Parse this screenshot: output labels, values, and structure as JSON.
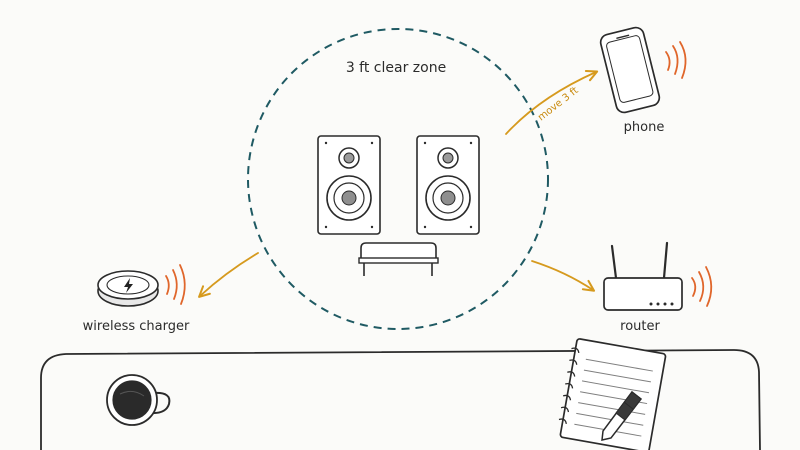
{
  "zone": {
    "label": "3 ft clear zone"
  },
  "devices": {
    "phone": {
      "label": "phone",
      "icon": "phone-icon"
    },
    "router": {
      "label": "router",
      "icon": "router-icon"
    },
    "charger": {
      "label": "wireless charger",
      "icon": "wireless-charger-icon"
    }
  },
  "arrows": {
    "move_label": "move 3 ft"
  },
  "colors": {
    "zone": "#1f5a63",
    "arrow": "#d69a1e",
    "signal": "#e0662b",
    "ink": "#2b2b2b",
    "charger_bolt": "#222222"
  }
}
